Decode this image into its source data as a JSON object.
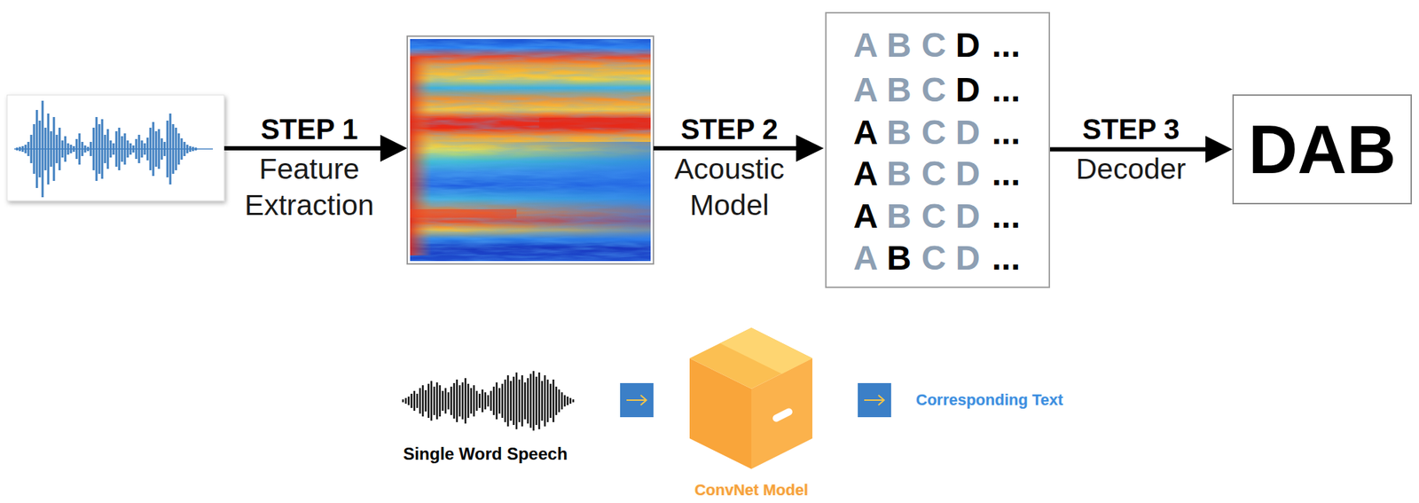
{
  "diagram": {
    "nodes": [
      {
        "text": [
          "A",
          "B",
          "C",
          "D",
          "...",
          "A",
          "B",
          "C",
          "D",
          "...",
          "A",
          "B",
          "C",
          "D",
          "...",
          "A",
          "B",
          "C",
          "D",
          "...",
          "A",
          "B",
          "C",
          "D",
          "...",
          "A",
          "B",
          "C",
          "D",
          "..."
        ]
      },
      {
        "text": [
          "DAB"
        ]
      }
    ],
    "edges": [
      {
        "from": 0,
        "to": 1,
        "arrow": "to"
      }
    ],
    "labels": [
      "STEP 1",
      "Feature Extraction",
      "STEP 2",
      "Acoustic Model",
      "STEP 3",
      "Decoder",
      "Single Word Speech",
      "ConvNet Model",
      "Corresponding Text"
    ]
  }
}
